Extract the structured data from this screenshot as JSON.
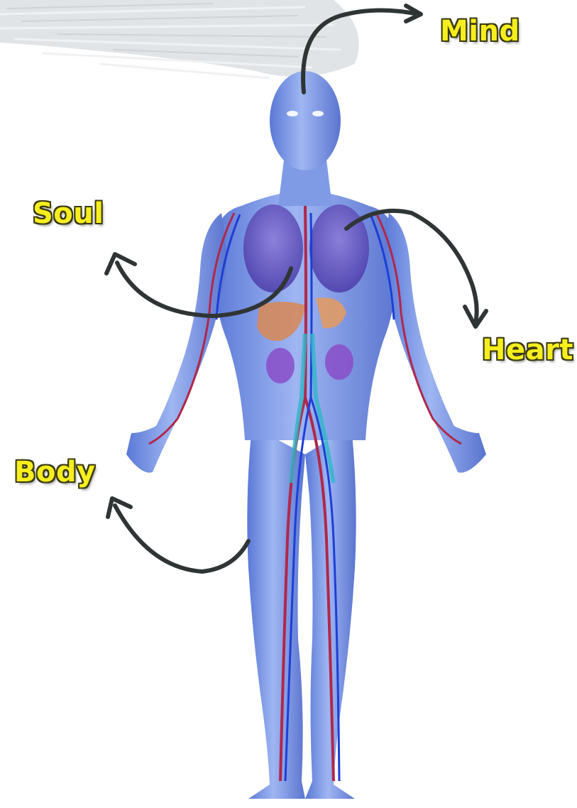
{
  "labels": {
    "mind": "Mind",
    "soul": "Soul",
    "heart": "Heart",
    "body": "Body"
  },
  "colors": {
    "label_fill": "#f6ee1e",
    "label_outline": "#3a3a10",
    "arrow": "#2f3535",
    "body_blue": "#7f9be6",
    "artery_red": "#b0284a",
    "vein_blue": "#1d3fd6"
  },
  "figure": "human-body-anatomy-illustration"
}
